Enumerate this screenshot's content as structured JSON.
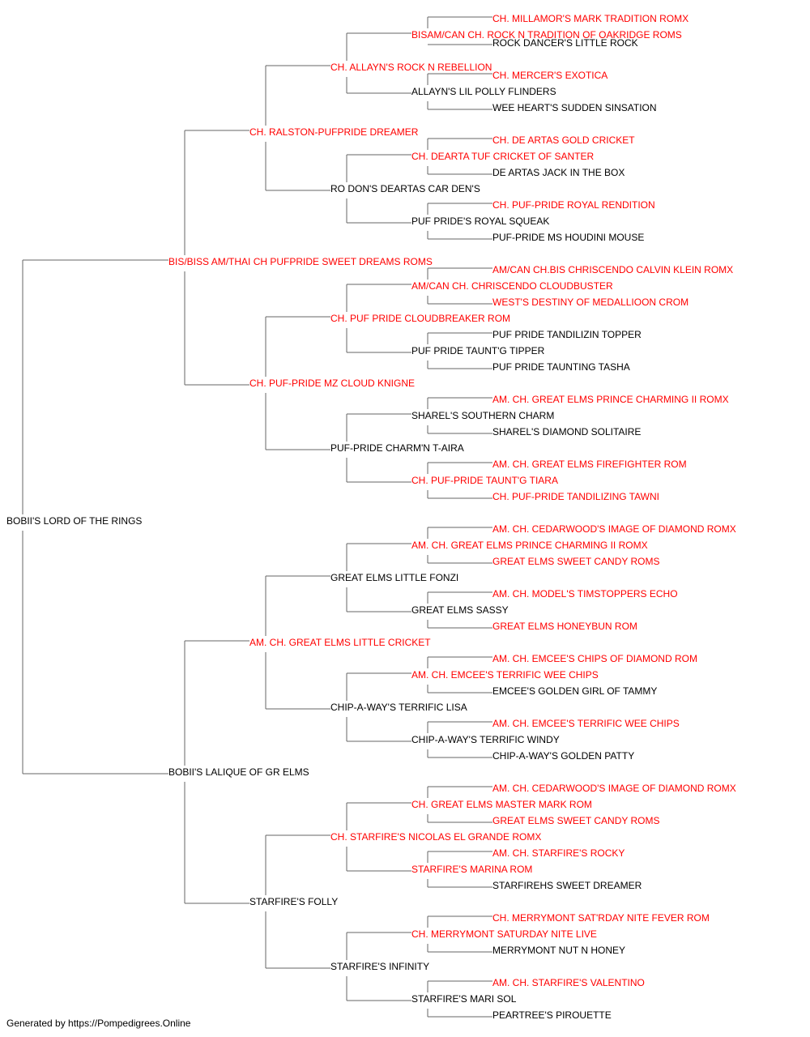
{
  "colors": {
    "champion": "#ff0000",
    "normal": "#000000",
    "line": "#666666"
  },
  "footer": "Generated by https://Pompedigrees.Online",
  "pedigree": {
    "name": "BOBII'S LORD OF THE RINGS",
    "champion": false,
    "sire": {
      "name": "BIS/BISS AM/THAI CH PUFPRIDE SWEET DREAMS ROMS",
      "champion": true,
      "sire": {
        "name": "CH. RALSTON-PUFPRIDE DREAMER",
        "champion": true,
        "sire": {
          "name": "CH. ALLAYN'S ROCK N REBELLION",
          "champion": true,
          "sire": {
            "name": "BISAM/CAN CH. ROCK N TRADITION OF OAKRIDGE ROMS",
            "champion": true,
            "sire": {
              "name": "CH. MILLAMOR'S MARK TRADITION ROMX",
              "champion": true
            },
            "dam": {
              "name": "ROCK DANCER'S LITTLE ROCK",
              "champion": false
            }
          },
          "dam": {
            "name": "ALLAYN'S LIL POLLY FLINDERS",
            "champion": false,
            "sire": {
              "name": "CH. MERCER'S EXOTICA",
              "champion": true
            },
            "dam": {
              "name": "WEE HEART'S SUDDEN SINSATION",
              "champion": false
            }
          }
        },
        "dam": {
          "name": "RO DON'S DEARTAS CAR DEN'S",
          "champion": false,
          "sire": {
            "name": "CH. DEARTA TUF CRICKET OF SANTER",
            "champion": true,
            "sire": {
              "name": "CH. DE ARTAS GOLD CRICKET",
              "champion": true
            },
            "dam": {
              "name": "DE ARTAS JACK IN THE BOX",
              "champion": false
            }
          },
          "dam": {
            "name": "PUF PRIDE'S ROYAL SQUEAK",
            "champion": false,
            "sire": {
              "name": "CH. PUF-PRIDE ROYAL RENDITION",
              "champion": true
            },
            "dam": {
              "name": "PUF-PRIDE MS HOUDINI MOUSE",
              "champion": false
            }
          }
        }
      },
      "dam": {
        "name": "CH. PUF-PRIDE MZ CLOUD KNIGNE",
        "champion": true,
        "sire": {
          "name": "CH. PUF PRIDE CLOUDBREAKER ROM",
          "champion": true,
          "sire": {
            "name": "AM/CAN CH. CHRISCENDO CLOUDBUSTER",
            "champion": true,
            "sire": {
              "name": "AM/CAN CH.BIS CHRISCENDO CALVIN KLEIN ROMX",
              "champion": true
            },
            "dam": {
              "name": "WEST'S DESTINY OF MEDALLIOON CROM",
              "champion": true
            }
          },
          "dam": {
            "name": "PUF PRIDE TAUNT'G TIPPER",
            "champion": false,
            "sire": {
              "name": "PUF PRIDE TANDILIZIN TOPPER",
              "champion": false
            },
            "dam": {
              "name": "PUF PRIDE TAUNTING TASHA",
              "champion": false
            }
          }
        },
        "dam": {
          "name": "PUF-PRIDE CHARM'N T-AIRA",
          "champion": false,
          "sire": {
            "name": "SHAREL'S SOUTHERN CHARM",
            "champion": false,
            "sire": {
              "name": "AM. CH. GREAT ELMS PRINCE CHARMING II ROMX",
              "champion": true
            },
            "dam": {
              "name": "SHAREL'S DIAMOND SOLITAIRE",
              "champion": false
            }
          },
          "dam": {
            "name": "CH. PUF-PRIDE TAUNT'G TIARA",
            "champion": true,
            "sire": {
              "name": "AM. CH. GREAT ELMS FIREFIGHTER ROM",
              "champion": true
            },
            "dam": {
              "name": "CH. PUF-PRIDE TANDILIZING TAWNI",
              "champion": true
            }
          }
        }
      }
    },
    "dam": {
      "name": "BOBII'S LALIQUE OF GR ELMS",
      "champion": false,
      "sire": {
        "name": "AM. CH. GREAT ELMS LITTLE CRICKET",
        "champion": true,
        "sire": {
          "name": "GREAT ELMS LITTLE FONZI",
          "champion": false,
          "sire": {
            "name": "AM. CH. GREAT ELMS PRINCE CHARMING II ROMX",
            "champion": true,
            "sire": {
              "name": "AM. CH. CEDARWOOD'S IMAGE OF DIAMOND ROMX",
              "champion": true
            },
            "dam": {
              "name": "GREAT ELMS SWEET CANDY ROMS",
              "champion": true
            }
          },
          "dam": {
            "name": "GREAT ELMS SASSY",
            "champion": false,
            "sire": {
              "name": "AM. CH. MODEL'S TIMSTOPPERS ECHO",
              "champion": true
            },
            "dam": {
              "name": "GREAT ELMS HONEYBUN ROM",
              "champion": true
            }
          }
        },
        "dam": {
          "name": "CHIP-A-WAY'S TERRIFIC LISA",
          "champion": false,
          "sire": {
            "name": "AM. CH. EMCEE'S TERRIFIC WEE CHIPS",
            "champion": true,
            "sire": {
              "name": "AM. CH. EMCEE'S CHIPS OF DIAMOND ROM",
              "champion": true
            },
            "dam": {
              "name": "EMCEE'S GOLDEN GIRL OF TAMMY",
              "champion": false
            }
          },
          "dam": {
            "name": "CHIP-A-WAY'S TERRIFIC WINDY",
            "champion": false,
            "sire": {
              "name": "AM. CH. EMCEE'S TERRIFIC WEE CHIPS",
              "champion": true
            },
            "dam": {
              "name": "CHIP-A-WAY'S GOLDEN PATTY",
              "champion": false
            }
          }
        }
      },
      "dam": {
        "name": "STARFIRE'S FOLLY",
        "champion": false,
        "sire": {
          "name": "CH. STARFIRE'S NICOLAS EL GRANDE ROMX",
          "champion": true,
          "sire": {
            "name": "CH. GREAT ELMS MASTER MARK ROM",
            "champion": true,
            "sire": {
              "name": "AM. CH. CEDARWOOD'S IMAGE OF DIAMOND ROMX",
              "champion": true
            },
            "dam": {
              "name": "GREAT ELMS SWEET CANDY ROMS",
              "champion": true
            }
          },
          "dam": {
            "name": "STARFIRE'S MARINA ROM",
            "champion": true,
            "sire": {
              "name": "AM. CH. STARFIRE'S ROCKY",
              "champion": true
            },
            "dam": {
              "name": "STARFIREHS SWEET DREAMER",
              "champion": false
            }
          }
        },
        "dam": {
          "name": "STARFIRE'S INFINITY",
          "champion": false,
          "sire": {
            "name": "CH. MERRYMONT SATURDAY NITE LIVE",
            "champion": true,
            "sire": {
              "name": "CH. MERRYMONT SAT'RDAY NITE FEVER ROM",
              "champion": true
            },
            "dam": {
              "name": "MERRYMONT NUT N HONEY",
              "champion": false
            }
          },
          "dam": {
            "name": "STARFIRE'S MARI SOL",
            "champion": false,
            "sire": {
              "name": "AM. CH. STARFIRE'S VALENTINO",
              "champion": true
            },
            "dam": {
              "name": "PEARTREE'S PIROUETTE",
              "champion": false
            }
          }
        }
      }
    }
  }
}
